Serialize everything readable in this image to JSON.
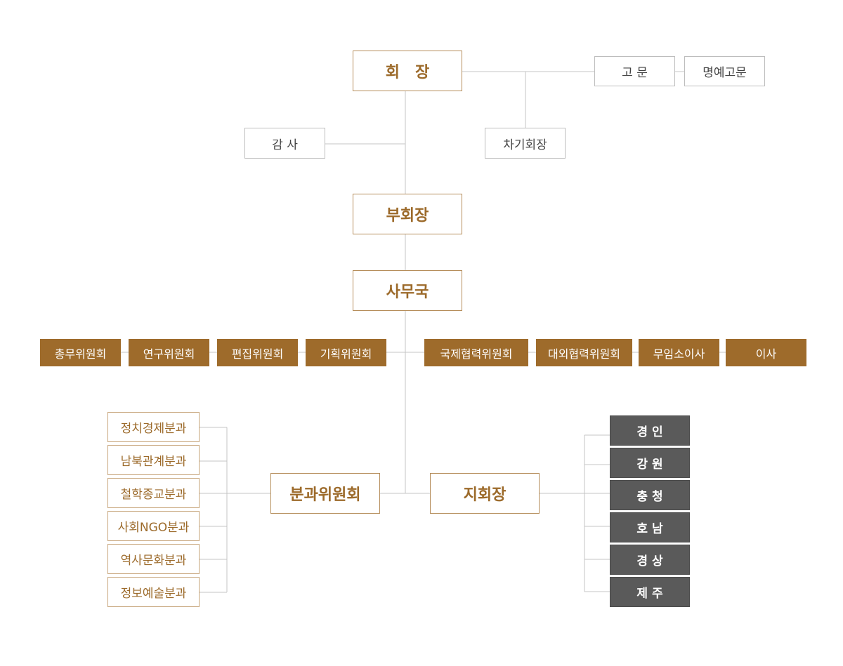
{
  "chairman": "회　장",
  "advisor": "고 문",
  "honorary_advisor": "명예고문",
  "auditor": "감 사",
  "next_chairman": "차기회장",
  "vice_chairman": "부회장",
  "secretariat": "사무국",
  "committees_left": [
    "총무위원회",
    "연구위원회",
    "편집위원회",
    "기획위원회"
  ],
  "committees_right": [
    "국제협력위원회",
    "대외협력위원회",
    "무임소이사",
    "이사"
  ],
  "division_committee": "분과위원회",
  "branch_chairman": "지회장",
  "divisions": [
    "정치경제분과",
    "남북관계분과",
    "철학종교분과",
    "사회NGO분과",
    "역사문화분과",
    "정보예술분과"
  ],
  "branches": [
    "경 인",
    "강 원",
    "충 청",
    "호 남",
    "경 상",
    "제 주"
  ]
}
